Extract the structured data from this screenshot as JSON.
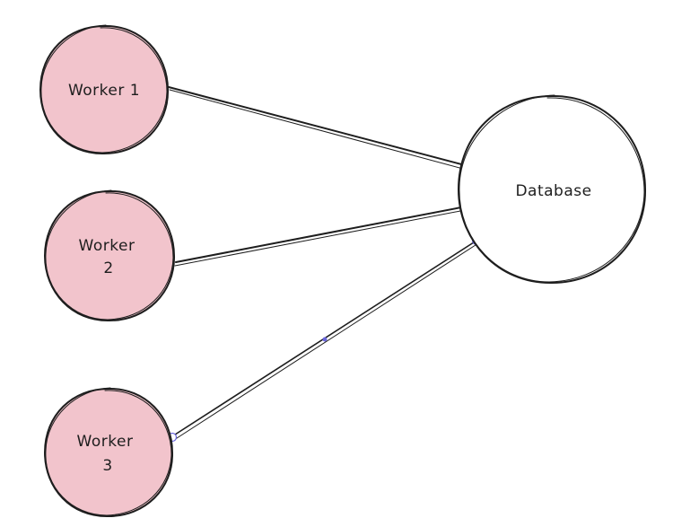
{
  "diagram": {
    "nodes": [
      {
        "id": "worker-1",
        "label_lines": [
          "Worker 1"
        ],
        "fill": "#f2c4cc"
      },
      {
        "id": "worker-2",
        "label_lines": [
          "Worker",
          "2"
        ],
        "fill": "#f2c4cc"
      },
      {
        "id": "worker-3",
        "label_lines": [
          "Worker",
          "3"
        ],
        "fill": "#f2c4cc"
      },
      {
        "id": "database",
        "label_lines": [
          "Database"
        ],
        "fill": "#ffffff"
      }
    ],
    "edges": [
      {
        "from": "worker-1",
        "to": "database"
      },
      {
        "from": "worker-2",
        "to": "database"
      },
      {
        "from": "worker-3",
        "to": "database",
        "selected": true
      }
    ],
    "colors": {
      "stroke": "#1e1e1e",
      "worker_fill": "#f2c4cc",
      "selection_handle": "#6965db"
    }
  }
}
